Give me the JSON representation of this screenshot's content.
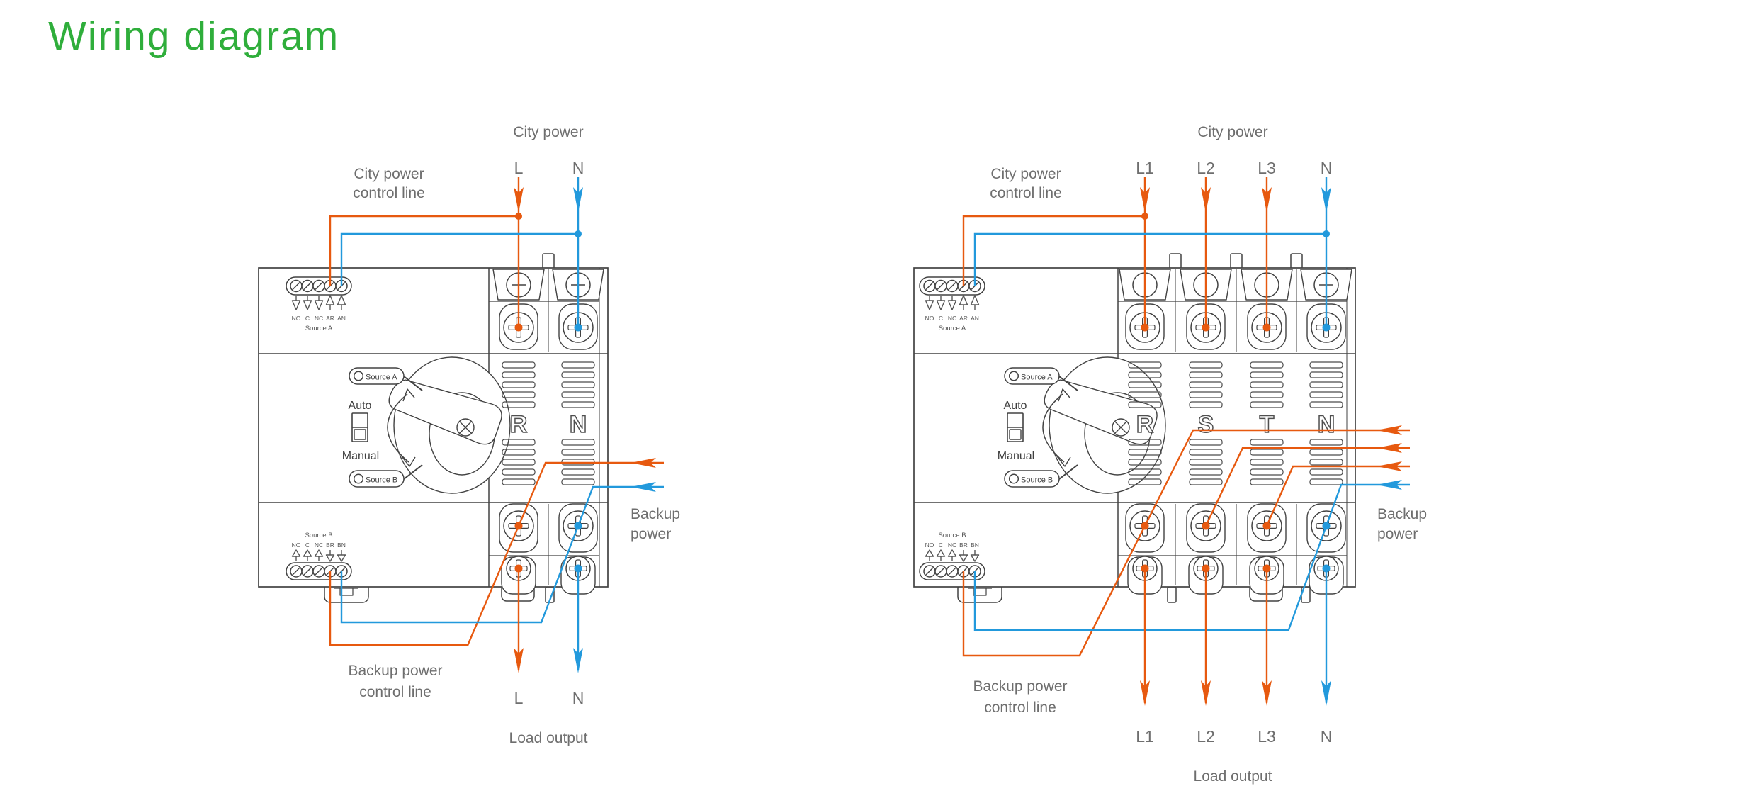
{
  "page": {
    "title": "Wiring diagram"
  },
  "colors": {
    "accent_green": "#2fae3b",
    "live_orange": "#e7590f",
    "neutral_blue": "#2299dc",
    "outline_gray": "#424242",
    "label_gray": "#6e6e6e",
    "pin_gray": "#555555"
  },
  "diagrams": [
    {
      "id": "single-phase",
      "city_power_label": "City power",
      "city_control_label": [
        "City power",
        "control line"
      ],
      "inputs": [
        "L",
        "N"
      ],
      "phases": [
        "R",
        "N"
      ],
      "backup_label": [
        "Backup",
        "power"
      ],
      "backup_control_label": [
        "Backup power",
        "control line"
      ],
      "outputs": [
        "L",
        "N"
      ],
      "load_output_label": "Load output",
      "source_a": {
        "name": "Source A",
        "pins": [
          "NO",
          "C",
          "NC",
          "AR",
          "AN"
        ]
      },
      "source_b": {
        "name": "Source B",
        "pins": [
          "NO",
          "C",
          "NC",
          "BR",
          "BN"
        ]
      },
      "switch": {
        "auto": "Auto",
        "manual": "Manual",
        "indicator_a": "Source A",
        "indicator_b": "Source B"
      }
    },
    {
      "id": "three-phase",
      "city_power_label": "City power",
      "city_control_label": [
        "City power",
        "control line"
      ],
      "inputs": [
        "L1",
        "L2",
        "L3",
        "N"
      ],
      "phases": [
        "R",
        "S",
        "T",
        "N"
      ],
      "backup_label": [
        "Backup",
        "power"
      ],
      "backup_control_label": [
        "Backup power",
        "control line"
      ],
      "outputs": [
        "L1",
        "L2",
        "L3",
        "N"
      ],
      "load_output_label": "Load output",
      "source_a": {
        "name": "Source A",
        "pins": [
          "NO",
          "C",
          "NC",
          "AR",
          "AN"
        ]
      },
      "source_b": {
        "name": "Source B",
        "pins": [
          "NO",
          "C",
          "NC",
          "BR",
          "BN"
        ]
      },
      "switch": {
        "auto": "Auto",
        "manual": "Manual",
        "indicator_a": "Source A",
        "indicator_b": "Source B"
      }
    }
  ]
}
